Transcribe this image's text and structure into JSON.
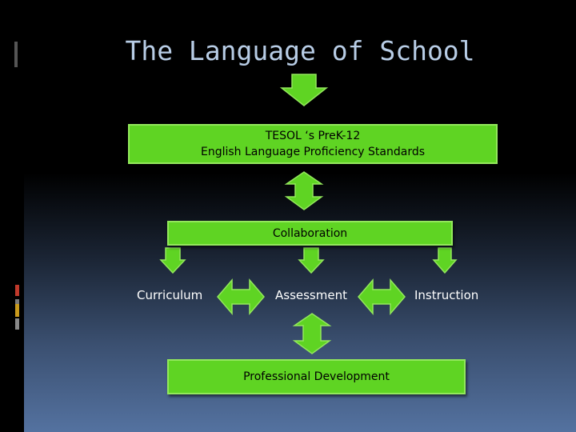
{
  "title": "The Language of School",
  "boxes": {
    "tesol_line1": "TESOL ‘s PreK-12",
    "tesol_line2": "English Language Proficiency Standards",
    "collaboration": "Collaboration",
    "professional_development": "Professional Development"
  },
  "labels": {
    "curriculum": "Curriculum",
    "assessment": "Assessment",
    "instruction": "Instruction"
  },
  "colors": {
    "shape_fill": "#5fd423",
    "shape_stroke": "#93e85c",
    "title": "#b8cde6"
  }
}
